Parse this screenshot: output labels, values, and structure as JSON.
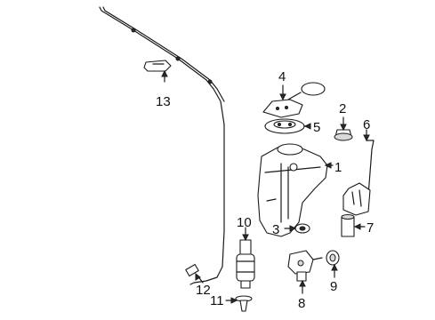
{
  "diagram": {
    "callouts": [
      "1",
      "2",
      "3",
      "4",
      "5",
      "6",
      "7",
      "8",
      "9",
      "10",
      "11",
      "12",
      "13"
    ]
  },
  "colors": {
    "ink": "#1a1a1a",
    "background": "#ffffff"
  }
}
